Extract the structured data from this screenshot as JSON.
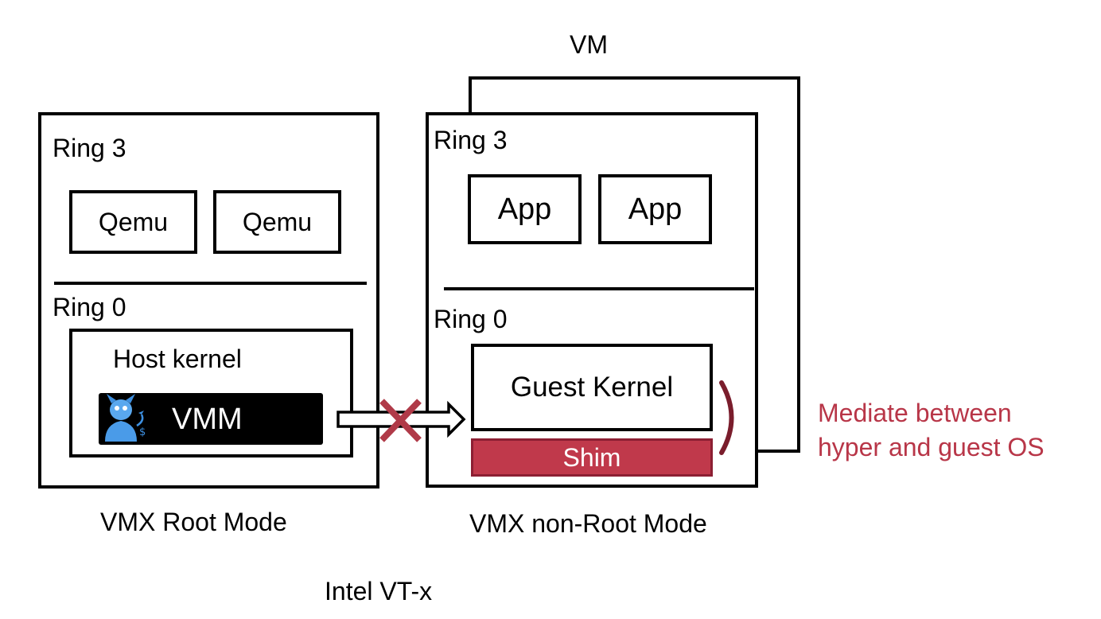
{
  "vm_title": "VM",
  "root": {
    "ring3_label": "Ring 3",
    "processes": [
      "Qemu",
      "Qemu"
    ],
    "ring0_label": "Ring 0",
    "kernel_label": "Host kernel",
    "vmm_label": "VMM",
    "mode_label": "VMX Root Mode"
  },
  "guest": {
    "ring3_label": "Ring 3",
    "apps": [
      "App",
      "App"
    ],
    "ring0_label": "Ring 0",
    "kernel_label": "Guest Kernel",
    "shim_label": "Shim",
    "mode_label": "VMX non-Root Mode"
  },
  "annotation": {
    "line1": "Mediate between",
    "line2": "hyper and guest OS"
  },
  "footer_label": "Intel VT-x",
  "colors": {
    "accent": "#b83648",
    "shim_fill": "#c0394b",
    "shim_border": "#8c1f33",
    "brace": "#7a1d2c",
    "cross": "#b03a48",
    "vmm_fill": "#000000",
    "vmm_icon": "#3d8fe0"
  },
  "icons": {
    "vmm_icon": "devil-icon",
    "blocked_arrow": "cross-icon"
  }
}
